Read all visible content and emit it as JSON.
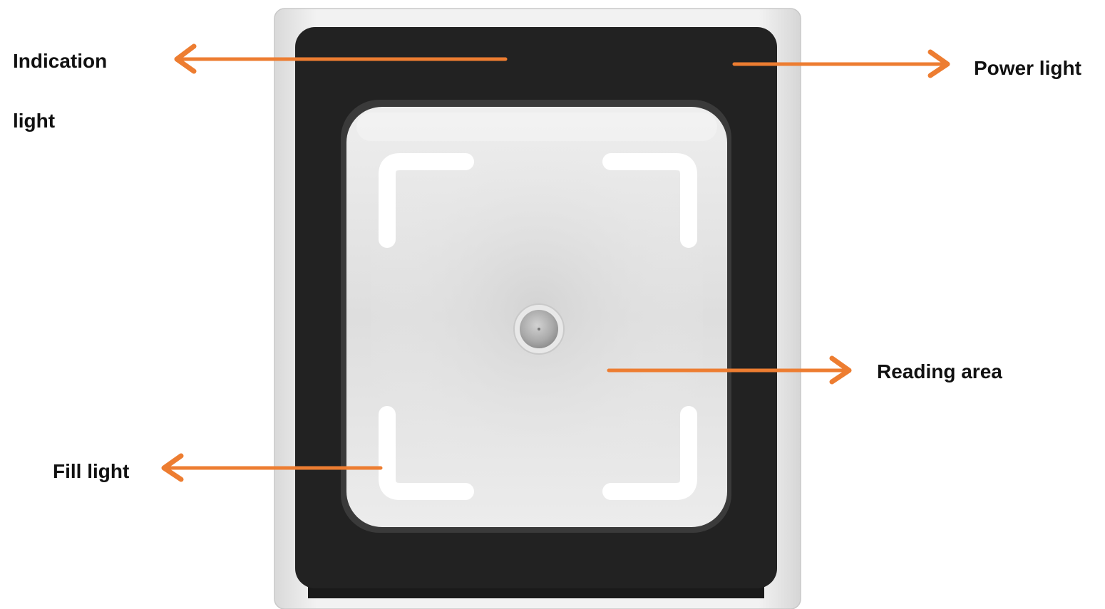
{
  "labels": {
    "indication_line1": "Indication",
    "indication_line2": "light",
    "power_light": "Power light",
    "reading_area": "Reading area",
    "fill_light": "Fill light"
  },
  "colors": {
    "arrow": "#ED7D31",
    "bezel": "#222222",
    "housing": "#E6E6E6",
    "window": "#E4E4E4",
    "fill_light_strip": "#FFFFFF",
    "label_text": "#111111"
  },
  "icons": {
    "arrow": "arrow-icon",
    "lens": "camera-lens-icon"
  }
}
